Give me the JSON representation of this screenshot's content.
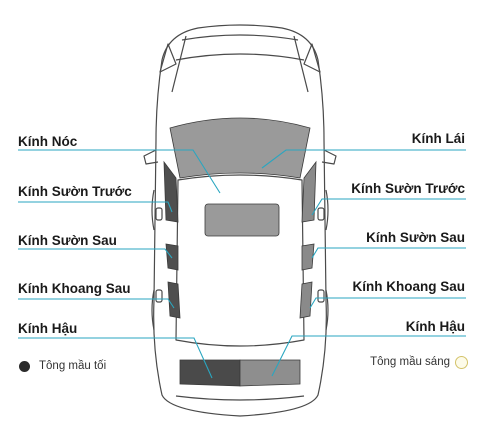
{
  "labels_left": {
    "roof": "Kính Nóc",
    "front_side": "Kính Sườn Trước",
    "rear_side": "Kính Sườn Sau",
    "cargo_side": "Kính Khoang Sau",
    "rear": "Kính Hậu"
  },
  "labels_right": {
    "windshield": "Kính Lái",
    "front_side": "Kính Sườn Trước",
    "rear_side": "Kính Sườn Sau",
    "cargo_side": "Kính Khoang Sau",
    "rear": "Kính Hậu"
  },
  "legend": {
    "dark": "Tông mầu tối",
    "light": "Tông mầu sáng"
  },
  "colors": {
    "leader_line": "#2aa6c0",
    "dark_tint": "#5a5a5a",
    "light_tint": "#9a9a9a",
    "light_dot_border": "#d4c36a"
  }
}
